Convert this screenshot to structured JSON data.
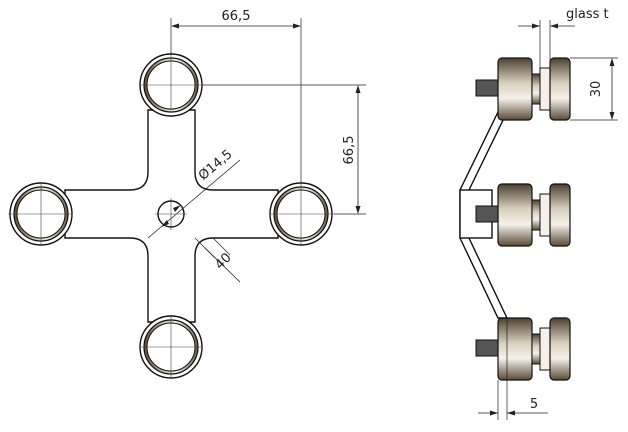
{
  "front_view": {
    "dim_horizontal": "66,5",
    "dim_vertical": "66,5",
    "dim_hole": "Ø14,5",
    "dim_arm": "40"
  },
  "side_view": {
    "label_glass": "glass t",
    "dim_height": "30",
    "dim_offset": "5"
  }
}
